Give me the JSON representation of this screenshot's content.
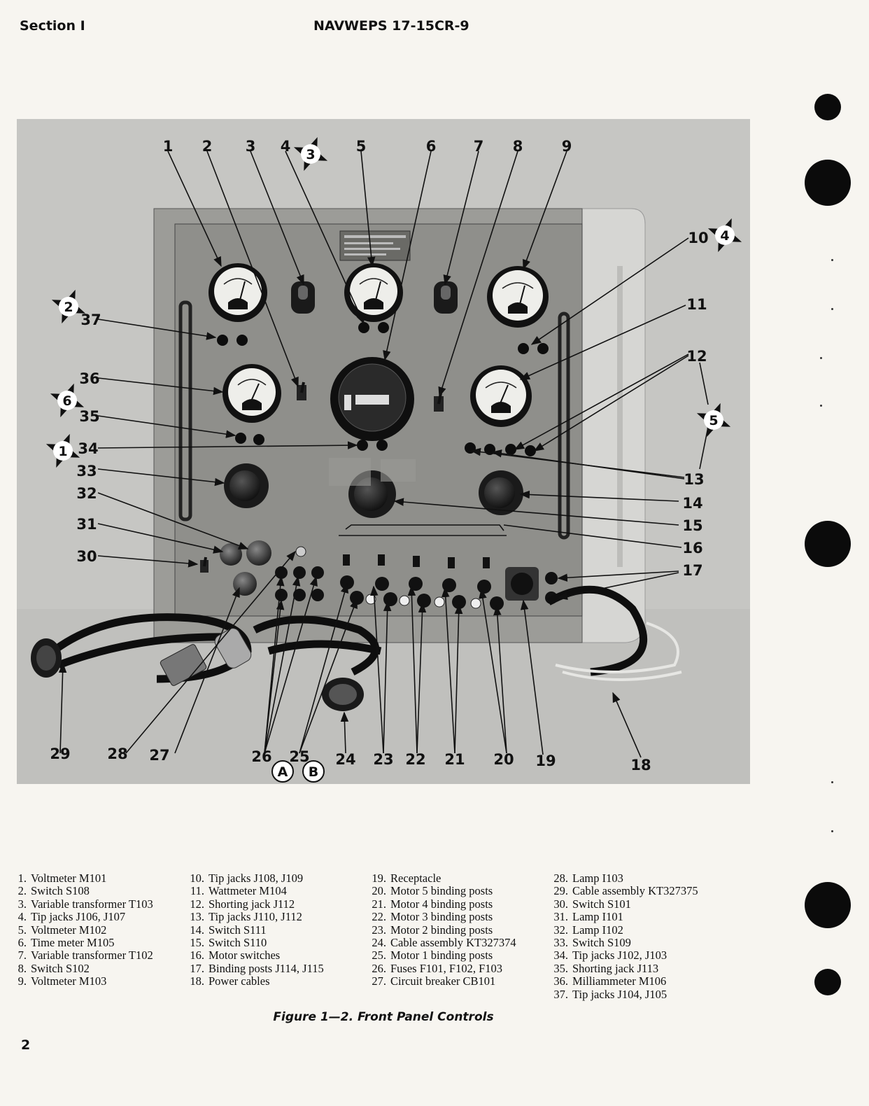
{
  "header": {
    "section": "Section I",
    "document": "NAVWEPS 17-15CR-9"
  },
  "figure": {
    "numbers": [
      "1",
      "2",
      "3",
      "4",
      "5",
      "6",
      "7",
      "8",
      "9",
      "10",
      "11",
      "12",
      "13",
      "14",
      "15",
      "16",
      "17",
      "18",
      "19",
      "20",
      "21",
      "22",
      "23",
      "24",
      "25",
      "26",
      "27",
      "28",
      "29",
      "30",
      "31",
      "32",
      "33",
      "34",
      "35",
      "36",
      "37"
    ],
    "stars": [
      "1",
      "2",
      "3",
      "4",
      "5",
      "6"
    ],
    "circles": [
      "A",
      "B"
    ]
  },
  "legend": {
    "col1": [
      {
        "n": "1.",
        "label": "Voltmeter M101"
      },
      {
        "n": "2.",
        "label": "Switch S108"
      },
      {
        "n": "3.",
        "label": "Variable transformer T103"
      },
      {
        "n": "4.",
        "label": "Tip jacks J106, J107"
      },
      {
        "n": "5.",
        "label": "Voltmeter M102"
      },
      {
        "n": "6.",
        "label": "Time meter M105"
      },
      {
        "n": "7.",
        "label": "Variable transformer T102"
      },
      {
        "n": "8.",
        "label": "Switch S102"
      },
      {
        "n": "9.",
        "label": "Voltmeter M103"
      }
    ],
    "col2": [
      {
        "n": "10.",
        "label": "Tip jacks J108, J109"
      },
      {
        "n": "11.",
        "label": "Wattmeter M104"
      },
      {
        "n": "12.",
        "label": "Shorting jack J112"
      },
      {
        "n": "13.",
        "label": "Tip jacks J110, J112"
      },
      {
        "n": "14.",
        "label": "Switch S111"
      },
      {
        "n": "15.",
        "label": "Switch S110"
      },
      {
        "n": "16.",
        "label": "Motor switches"
      },
      {
        "n": "17.",
        "label": "Binding posts J114, J115"
      },
      {
        "n": "18.",
        "label": "Power cables"
      }
    ],
    "col3": [
      {
        "n": "19.",
        "label": "Receptacle"
      },
      {
        "n": "20.",
        "label": "Motor 5 binding posts"
      },
      {
        "n": "21.",
        "label": "Motor 4 binding posts"
      },
      {
        "n": "22.",
        "label": "Motor 3 binding posts"
      },
      {
        "n": "23.",
        "label": "Motor 2 binding posts"
      },
      {
        "n": "24.",
        "label": "Cable assembly KT327374"
      },
      {
        "n": "25.",
        "label": "Motor 1 binding posts"
      },
      {
        "n": "26.",
        "label": "Fuses F101, F102, F103"
      },
      {
        "n": "27.",
        "label": "Circuit breaker CB101"
      }
    ],
    "col4": [
      {
        "n": "28.",
        "label": "Lamp I103"
      },
      {
        "n": "29.",
        "label": "Cable assembly KT327375"
      },
      {
        "n": "30.",
        "label": "Switch S101"
      },
      {
        "n": "31.",
        "label": "Lamp I101"
      },
      {
        "n": "32.",
        "label": "Lamp I102"
      },
      {
        "n": "33.",
        "label": "Switch S109"
      },
      {
        "n": "34.",
        "label": "Tip jacks J102, J103"
      },
      {
        "n": "35.",
        "label": "Shorting jack J113"
      },
      {
        "n": "36.",
        "label": "Milliammeter M106"
      },
      {
        "n": "37.",
        "label": "Tip jacks J104, J105"
      }
    ]
  },
  "caption": "Figure 1—2. Front Panel Controls",
  "page_number": "2"
}
